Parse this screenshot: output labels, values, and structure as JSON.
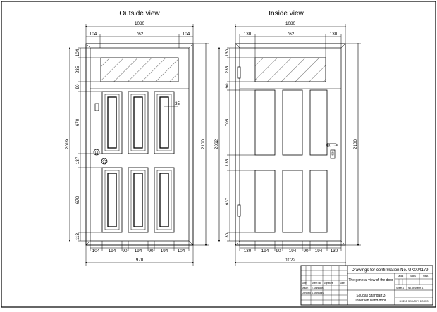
{
  "views": {
    "outside": {
      "title": "Outside view",
      "overall_width": "1080",
      "top_dims": [
        "104",
        "762",
        "104"
      ],
      "bottom_dims": [
        "104",
        "194",
        "90",
        "194",
        "90",
        "194",
        "104"
      ],
      "frame_width": "970",
      "left_dims": [
        "104",
        "235",
        "90",
        "670",
        "137",
        "670",
        "113"
      ],
      "left_overall": "2019",
      "right_overall": "2100",
      "panel_callout": "35"
    },
    "inside": {
      "title": "Inside view",
      "overall_width": "1080",
      "top_dims": [
        "130",
        "762",
        "130"
      ],
      "bottom_dims": [
        "130",
        "194",
        "90",
        "194",
        "90",
        "194",
        "130"
      ],
      "frame_width": "1022",
      "left_dims": [
        "130",
        "235",
        "90",
        "705",
        "135",
        "637",
        "130"
      ],
      "left_overall": "2062",
      "right_overall": "2100"
    }
  },
  "title_block": {
    "confirmation": "Drawings for confirmation No. UK004179",
    "view_name": "The general view of the door",
    "product": "Skudas Standart 3",
    "door_type": "Inner left hand door",
    "company": "SHIELD SECURITY DOORS",
    "col_headers": [
      "Lakas",
      "Mass",
      "Mast."
    ],
    "sheet_label": "Sheet 1",
    "sheets_label": "No. of sheets 1",
    "small_rows": [
      [
        "Date",
        "Sheet No.",
        "Signature",
        "Date"
      ],
      [
        "Drawn",
        "Z.Stankaitis",
        "",
        ""
      ],
      [
        "Checked",
        "S.Stankaitis",
        "",
        ""
      ]
    ]
  }
}
